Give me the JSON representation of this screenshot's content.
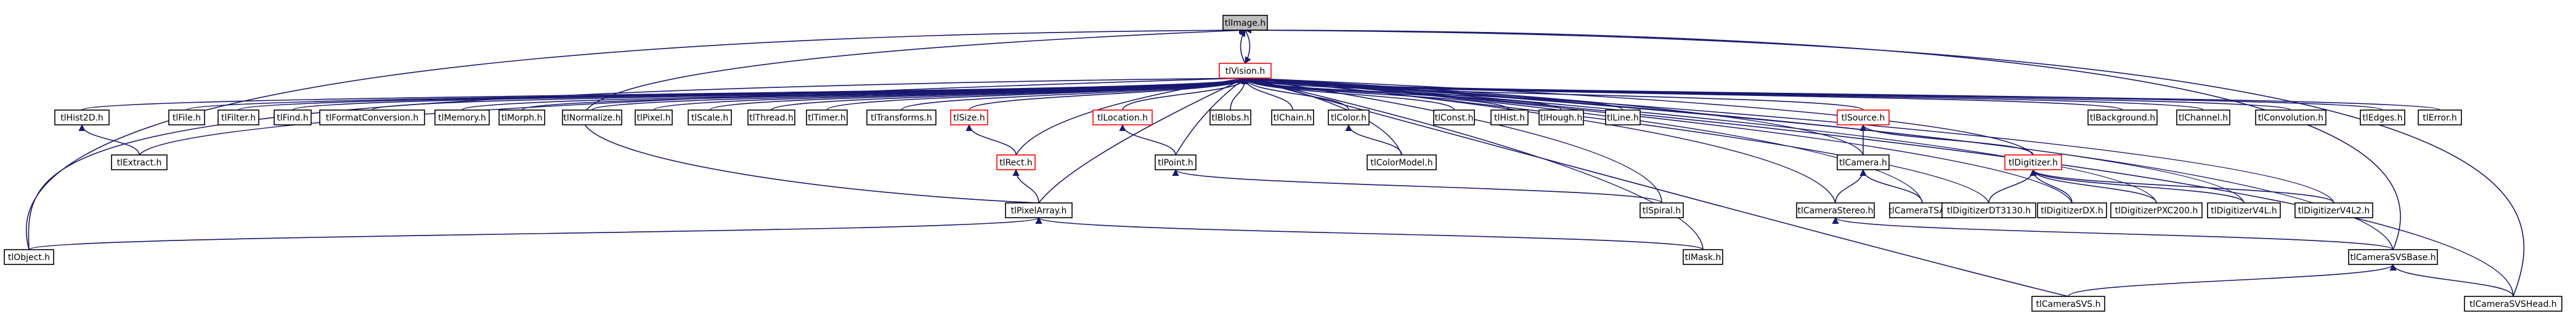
{
  "diagram": {
    "type": "include-dependency-graph",
    "colors": {
      "node_fill": "#ffffff",
      "root_fill": "#bfbfbf",
      "border": "#000000",
      "truncated_border": "#ff0000",
      "edge": "#191970"
    },
    "nodes": [
      {
        "id": "tlImage",
        "label": "tlImage.h",
        "style": "root"
      },
      {
        "id": "tlVision",
        "label": "tlVision.h",
        "style": "truncated"
      },
      {
        "id": "tlHist2D",
        "label": "tlHist2D.h"
      },
      {
        "id": "tlFile",
        "label": "tlFile.h"
      },
      {
        "id": "tlFilter",
        "label": "tlFilter.h"
      },
      {
        "id": "tlFind",
        "label": "tlFind.h"
      },
      {
        "id": "tlFormatConversion",
        "label": "tlFormatConversion.h"
      },
      {
        "id": "tlMemory",
        "label": "tlMemory.h"
      },
      {
        "id": "tlMorph",
        "label": "tlMorph.h"
      },
      {
        "id": "tlNormalize",
        "label": "tlNormalize.h"
      },
      {
        "id": "tlPixel",
        "label": "tlPixel.h"
      },
      {
        "id": "tlScale",
        "label": "tlScale.h"
      },
      {
        "id": "tlThread",
        "label": "tlThread.h"
      },
      {
        "id": "tlTimer",
        "label": "tlTimer.h"
      },
      {
        "id": "tlTransforms",
        "label": "tlTransforms.h"
      },
      {
        "id": "tlSize",
        "label": "tlSize.h",
        "style": "truncated"
      },
      {
        "id": "tlLocation",
        "label": "tlLocation.h",
        "style": "truncated"
      },
      {
        "id": "tlBlobs",
        "label": "tlBlobs.h"
      },
      {
        "id": "tlChain",
        "label": "tlChain.h"
      },
      {
        "id": "tlColor",
        "label": "tlColor.h"
      },
      {
        "id": "tlConst",
        "label": "tlConst.h"
      },
      {
        "id": "tlHist",
        "label": "tlHist.h"
      },
      {
        "id": "tlHough",
        "label": "tlHough.h"
      },
      {
        "id": "tlLine",
        "label": "tlLine.h"
      },
      {
        "id": "tlSource",
        "label": "tlSource.h",
        "style": "truncated"
      },
      {
        "id": "tlBackground",
        "label": "tlBackground.h"
      },
      {
        "id": "tlChannel",
        "label": "tlChannel.h"
      },
      {
        "id": "tlConvolution",
        "label": "tlConvolution.h"
      },
      {
        "id": "tlEdges",
        "label": "tlEdges.h"
      },
      {
        "id": "tlError",
        "label": "tlError.h"
      },
      {
        "id": "tlExtract",
        "label": "tlExtract.h"
      },
      {
        "id": "tlRect",
        "label": "tlRect.h",
        "style": "truncated"
      },
      {
        "id": "tlPoint",
        "label": "tlPoint.h"
      },
      {
        "id": "tlColorModel",
        "label": "tlColorModel.h"
      },
      {
        "id": "tlCamera",
        "label": "tlCamera.h"
      },
      {
        "id": "tlDigitizer",
        "label": "tlDigitizer.h",
        "style": "truncated"
      },
      {
        "id": "tlPixelArray",
        "label": "tlPixelArray.h"
      },
      {
        "id": "tlSpiral",
        "label": "tlSpiral.h"
      },
      {
        "id": "tlCameraStereo",
        "label": "tlCameraStereo.h"
      },
      {
        "id": "tlCameraTSAI",
        "label": "tlCameraTSAI.h"
      },
      {
        "id": "tlDigitizerDT3130",
        "label": "tlDigitizerDT3130.h"
      },
      {
        "id": "tlDigitizerDX",
        "label": "tlDigitizerDX.h"
      },
      {
        "id": "tlDigitizerPXC200",
        "label": "tlDigitizerPXC200.h"
      },
      {
        "id": "tlDigitizerV4L",
        "label": "tlDigitizerV4L.h"
      },
      {
        "id": "tlDigitizerV4L2",
        "label": "tlDigitizerV4L2.h"
      },
      {
        "id": "tlObject",
        "label": "tlObject.h"
      },
      {
        "id": "tlMask",
        "label": "tlMask.h"
      },
      {
        "id": "tlCameraSVSBase",
        "label": "tlCameraSVSBase.h"
      },
      {
        "id": "tlCameraSVS",
        "label": "tlCameraSVS.h"
      },
      {
        "id": "tlCameraSVSHead",
        "label": "tlCameraSVSHead.h"
      }
    ]
  }
}
